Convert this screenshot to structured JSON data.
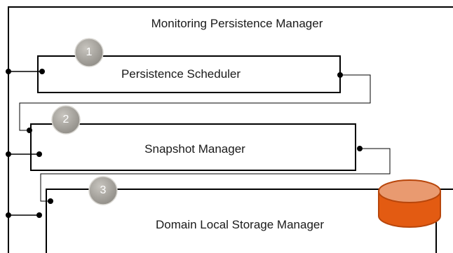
{
  "title": "Monitoring Persistence Manager",
  "components": [
    {
      "step": "1",
      "label": "Persistence Scheduler"
    },
    {
      "step": "2",
      "label": "Snapshot Manager"
    },
    {
      "step": "3",
      "label": "Domain Local Storage Manager"
    }
  ],
  "colors": {
    "line": "#000000",
    "badge": "#a9a6a0",
    "badge_dark": "#8f8c86",
    "storage_body": "#e35b12",
    "storage_top": "#e99a70",
    "storage_edge": "#b8460b"
  },
  "icons": [
    "step-badge",
    "database-cylinder-icon"
  ]
}
